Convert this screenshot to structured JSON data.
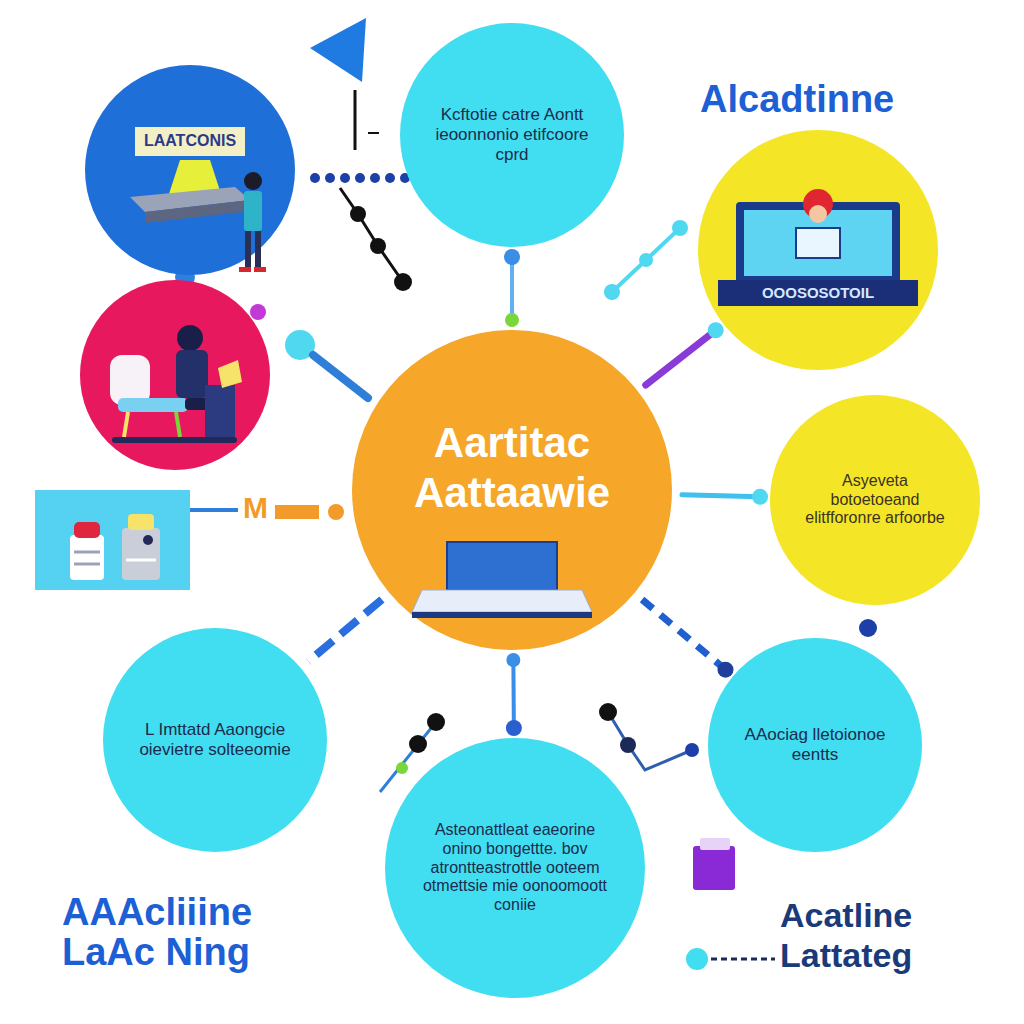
{
  "diagram": {
    "title": "Alcadtinne",
    "nodes": [
      {
        "text": [
          "LAATCONIS"
        ]
      },
      {
        "text": [
          "Kcftotie catre Aontt ieoonnonio etifcoore cprd"
        ]
      },
      {
        "text": [
          "OOOSOSOTOIL"
        ]
      },
      {
        "text": [
          "Aartitac Aattaawie"
        ]
      },
      {
        "text": [
          "Asyeveta botoetoeand elitfforonre arfoorbe"
        ]
      },
      {
        "text": [
          "L Imttatd Aaongcie oievietre solteeomie"
        ]
      },
      {
        "text": [
          "AAociag lletoionoe eentts"
        ]
      },
      {
        "text": [
          "Asteonattleat eaeorine onino bongettte. bov atrontteastrottle ooteem otmettsie mie oonoomoott coniie"
        ]
      }
    ],
    "edges": [
      {
        "from": 3,
        "to": 1,
        "arrow": "none"
      },
      {
        "from": 3,
        "to": 2,
        "arrow": "none"
      },
      {
        "from": 3,
        "to": 4,
        "arrow": "none"
      },
      {
        "from": 3,
        "to": 6,
        "arrow": "none"
      },
      {
        "from": 3,
        "to": 7,
        "arrow": "none"
      },
      {
        "from": 3,
        "to": 5,
        "arrow": "none"
      }
    ],
    "labels": [
      "M",
      "AAAcliiine LaAc Ning",
      "Acatline"
    ],
    "legend": [
      {
        "text": "Lattateg"
      }
    ]
  }
}
